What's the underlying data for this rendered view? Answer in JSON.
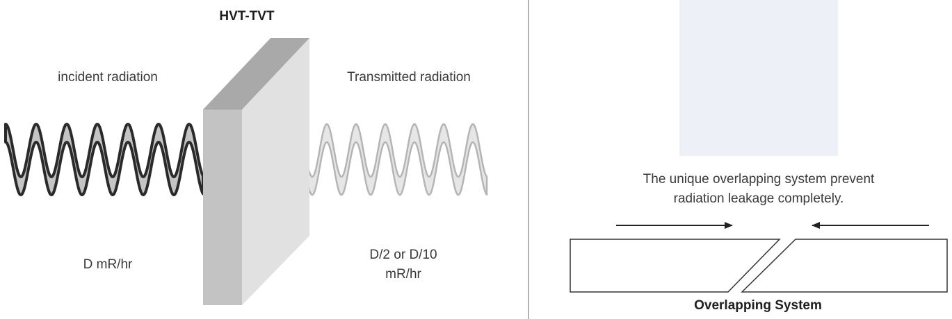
{
  "left": {
    "title": "HVT-TVT",
    "incident_label": "incident radiation",
    "transmitted_label": "Transmitted radiation",
    "incident_dose": "D mR/hr",
    "transmitted_dose_line1": "D/2 or D/10",
    "transmitted_dose_line2": "mR/hr"
  },
  "right": {
    "caption_line1": "The unique overlapping system prevent",
    "caption_line2": "radiation leakage completely.",
    "diagram_title": "Overlapping System"
  },
  "colors": {
    "incident_wave_fill": "#c4c4c4",
    "incident_wave_stroke": "#2a2a2a",
    "transmitted_wave_fill": "#e6e6e6",
    "transmitted_wave_stroke": "#b5b5b5",
    "barrier_top": "#a9a9a9",
    "barrier_front": "#c3c3c3",
    "barrier_side": "#e1e1e1",
    "divider": "#b3b3b3",
    "image_placeholder": "#eef0f7"
  }
}
